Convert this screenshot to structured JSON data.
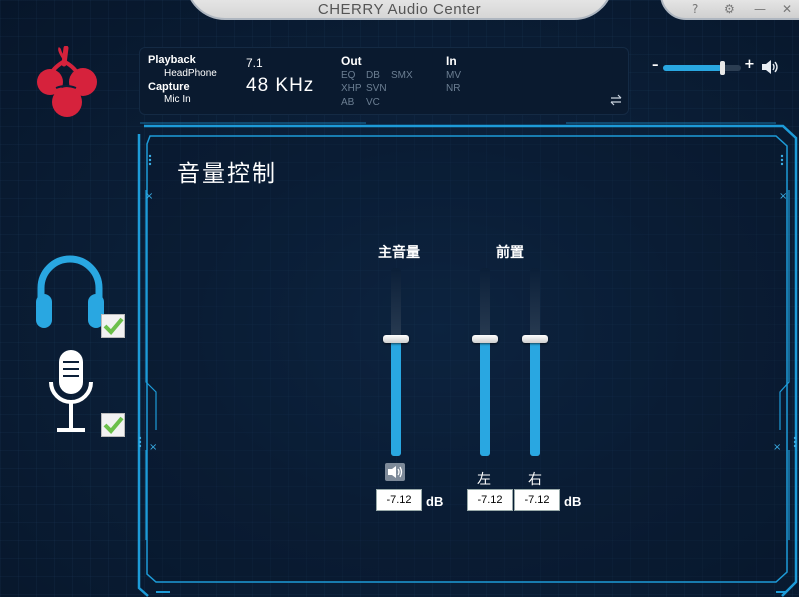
{
  "window": {
    "title": "CHERRY Audio Center",
    "controls": {
      "help": "?",
      "settings": "⚙",
      "minimize": "—",
      "close": "✕"
    }
  },
  "colors": {
    "accent": "#29a7e1",
    "frame": "#1d9bd8",
    "logo": "#d6223c",
    "background": "#0b1f38"
  },
  "info_panel": {
    "playback_label": "Playback",
    "playback_device": "HeadPhone",
    "capture_label": "Capture",
    "capture_device": "Mic In",
    "channels": "7.1",
    "sample_rate": "48  KHz",
    "out_label": "Out",
    "out_effects": [
      "EQ",
      "DB",
      "SMX",
      "XHP",
      "SVN",
      "AB",
      "VC"
    ],
    "in_label": "In",
    "in_effects": [
      "MV",
      "NR"
    ],
    "swap_icon": "swap-arrows-icon"
  },
  "master_volume": {
    "minus": "–",
    "plus": "+",
    "level": 0.75,
    "icon": "speaker-icon"
  },
  "devices": [
    {
      "name": "headphone",
      "icon": "headphone-icon",
      "checked": true
    },
    {
      "name": "microphone",
      "icon": "microphone-icon",
      "checked": true
    }
  ],
  "panel": {
    "title": "音量控制",
    "master": {
      "label": "主音量",
      "value": "-7.12",
      "unit": "dB",
      "level": 0.62,
      "mute_icon": "speaker-icon"
    },
    "front": {
      "label": "前置",
      "left": {
        "label": "左",
        "value": "-7.12",
        "level": 0.62
      },
      "right": {
        "label": "右",
        "value": "-7.12",
        "level": 0.62
      },
      "unit": "dB"
    }
  }
}
